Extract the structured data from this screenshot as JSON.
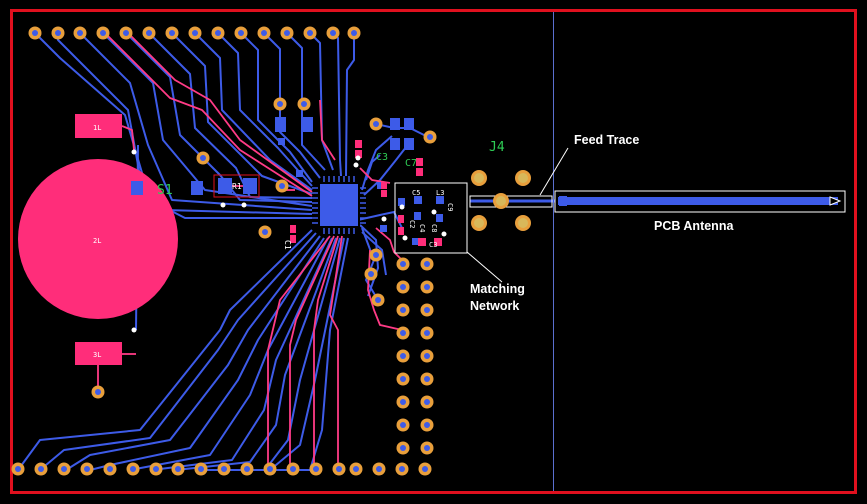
{
  "colors": {
    "background": "#000000",
    "board_outline": "#e0101e",
    "copper_top": "#ff2d7a",
    "copper_bottom": "#3d5be8",
    "pad_ring": "#e89f3c",
    "silkscreen": "#2ecc55",
    "annotation": "#ffffff",
    "divider": "#5a6fd0"
  },
  "components": {
    "battery_pads": [
      "1L",
      "2L",
      "3L"
    ],
    "labels": [
      "S1",
      "R1",
      "C3",
      "C1",
      "C7",
      "J4",
      "C5",
      "L3",
      "C9",
      "C2",
      "C4",
      "C8",
      "C3"
    ]
  },
  "callouts": {
    "feed_trace": "Feed Trace",
    "pcb_antenna": "PCB Antenna",
    "matching_network_line1": "Matching",
    "matching_network_line2": "Network"
  }
}
